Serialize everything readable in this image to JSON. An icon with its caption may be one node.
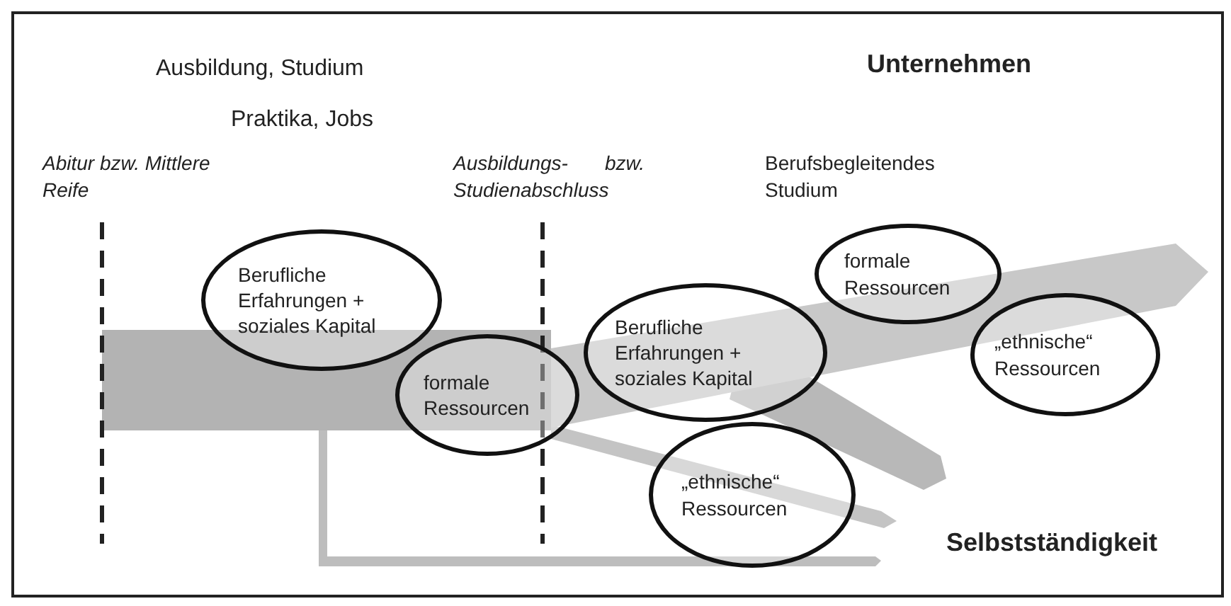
{
  "diagram": {
    "nodes": [
      {
        "text": [
          "Berufliche Erfahrungen + soziales Kapital"
        ]
      },
      {
        "text": [
          "formale Ressourcen"
        ]
      },
      {
        "text": [
          "Berufliche Erfahrungen + soziales Kapital"
        ]
      },
      {
        "text": [
          "formale Ressourcen"
        ]
      },
      {
        "text": [
          "„ethnische“ Ressourcen"
        ]
      },
      {
        "text": [
          "„ethnische“ Ressourcen"
        ]
      }
    ],
    "labels": [
      "Ausbildung, Studium",
      "Unternehmen",
      "Praktika, Jobs",
      "Abitur bzw. Mittlere Reife",
      "Ausbildungs- bzw. Studienabschluss",
      "Berufsbegleitendes Studium",
      "Selbstständigkeit"
    ]
  }
}
